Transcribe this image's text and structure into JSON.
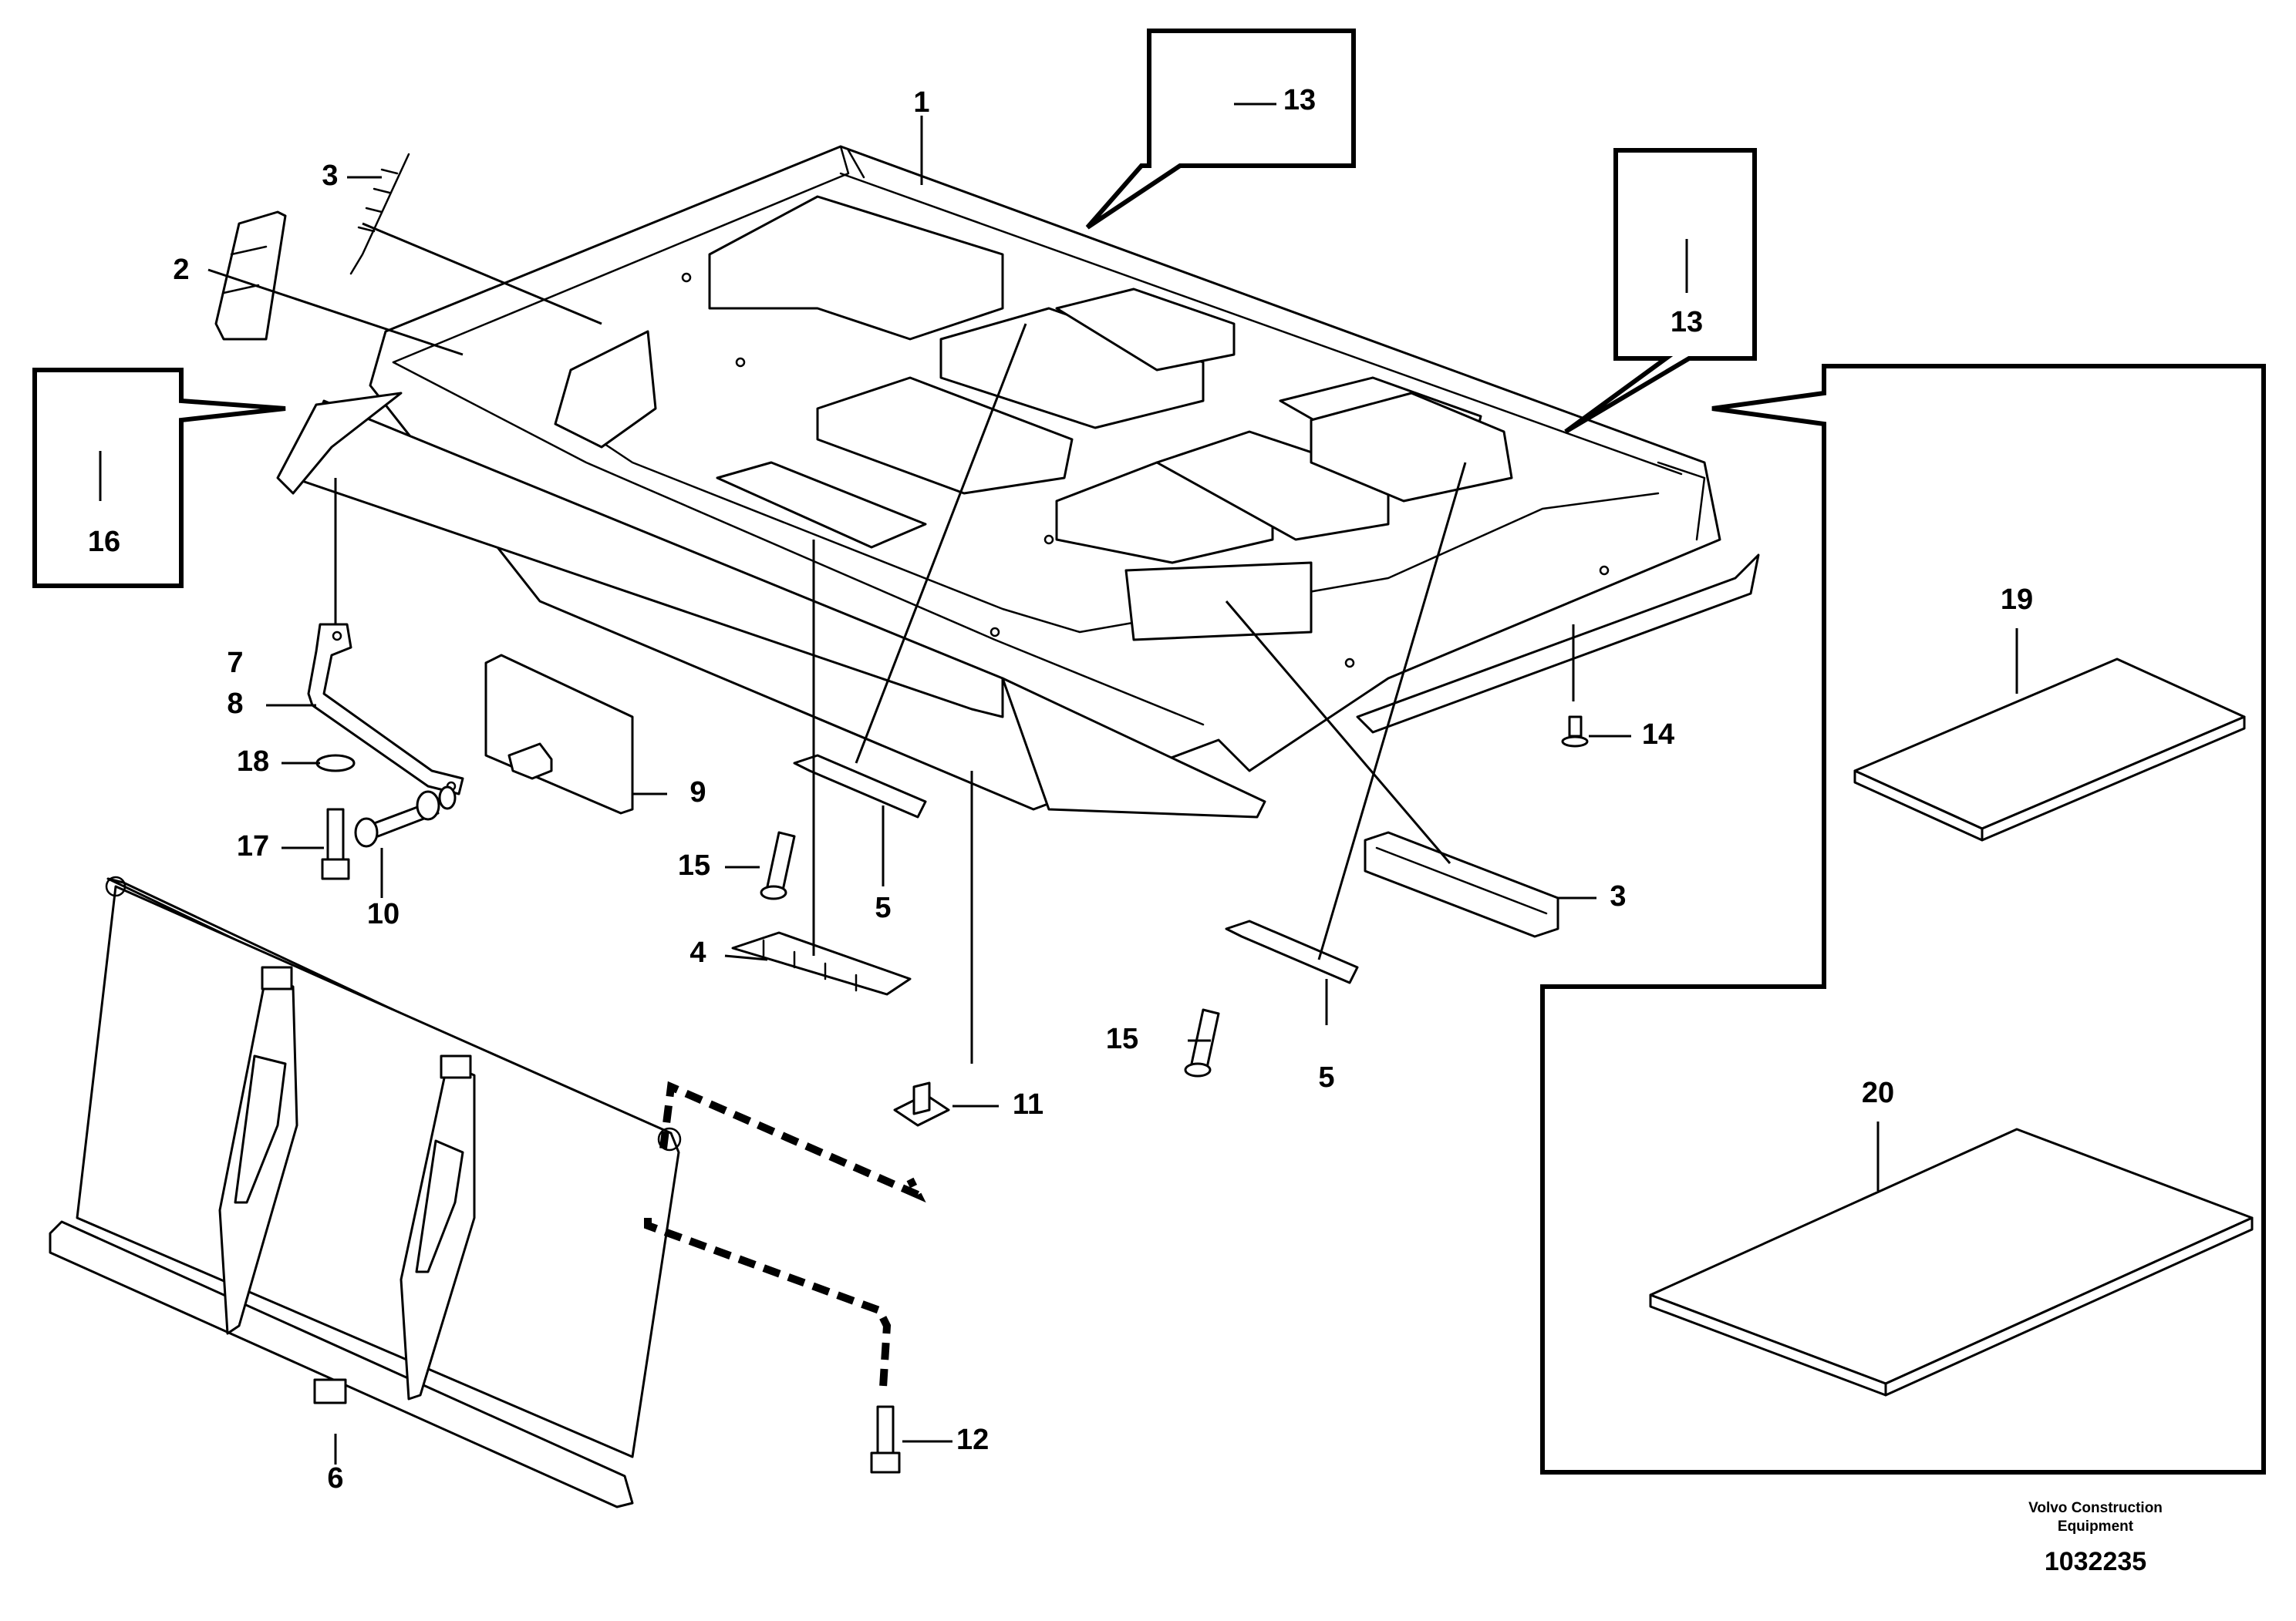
{
  "diagram": {
    "callouts": {
      "c1": "1",
      "c2": "2",
      "c3a": "3",
      "c3b": "3",
      "c4": "4",
      "c5a": "5",
      "c5b": "5",
      "c6": "6",
      "c7": "7",
      "c8": "8",
      "c9": "9",
      "c10": "10",
      "c11": "11",
      "c12": "12",
      "c13a": "13",
      "c13b": "13",
      "c14": "14",
      "c15a": "15",
      "c15b": "15",
      "c16": "16",
      "c17": "17",
      "c18": "18",
      "c19": "19",
      "c20": "20"
    }
  },
  "footer": {
    "brand_line1": "Volvo Construction",
    "brand_line2": "Equipment",
    "doc_number": "1032235"
  }
}
